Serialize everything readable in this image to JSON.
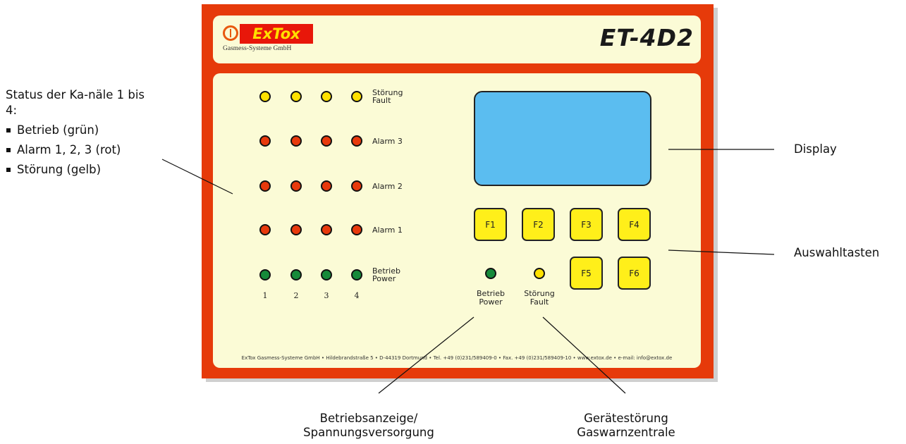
{
  "left_annotation": {
    "intro": "Status der Ka-näle 1 bis 4:",
    "bullets": [
      "Betrieb (grün)",
      "Alarm 1, 2, 3 (rot)",
      "Störung (gelb)"
    ]
  },
  "device": {
    "brand": "ExTox",
    "brand_sub": "Gasmess-Systeme GmbH",
    "model": "ET-4D2",
    "led_rows": [
      {
        "label_line1": "Störung",
        "label_line2": "Fault",
        "color": "#ffe100"
      },
      {
        "label_line1": "Alarm 3",
        "label_line2": "",
        "color": "#e8390c"
      },
      {
        "label_line1": "Alarm 2",
        "label_line2": "",
        "color": "#e8390c"
      },
      {
        "label_line1": "Alarm 1",
        "label_line2": "",
        "color": "#e8390c"
      },
      {
        "label_line1": "Betrieb",
        "label_line2": "Power",
        "color": "#168a3a"
      }
    ],
    "channels": [
      "1",
      "2",
      "3",
      "4"
    ],
    "keys": [
      "F1",
      "F2",
      "F3",
      "F4",
      "F5",
      "F6"
    ],
    "power_led": {
      "line1": "Betrieb",
      "line2": "Power",
      "color": "#168a3a"
    },
    "fault_led": {
      "line1": "Störung",
      "line2": "Fault",
      "color": "#ffe100"
    },
    "footer": "ExTox Gasmess-Systeme GmbH • Hildebrandstraße 5 • D-44319 Dortmund • Tel. +49 (0)231/589409-0 • Fax. +49 (0)231/589409-10 • www.extox.de • e-mail: info@extox.de"
  },
  "callouts": {
    "display": "Display",
    "keys": "Auswahltasten",
    "power_line1": "Betriebsanzeige/",
    "power_line2": "Spannungsversorgung",
    "fault_line1": "Gerätestörung",
    "fault_line2": "Gaswarnzentrale"
  },
  "colors": {
    "frame": "#e63a0a",
    "panel": "#fbfbd6",
    "display": "#5bbdf0",
    "key": "#ffef1a"
  }
}
